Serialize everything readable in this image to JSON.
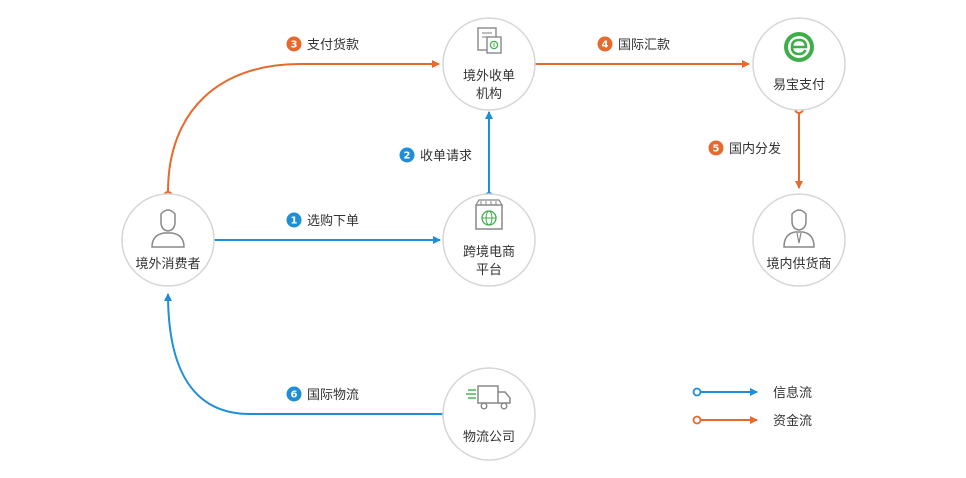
{
  "colors": {
    "info_flow": "#1e8ed8",
    "money_flow": "#e8692c",
    "node_border": "#d6d6d6",
    "node_fill": "#ffffff",
    "icon_gray": "#888888",
    "icon_green": "#3fae49",
    "text": "#333333"
  },
  "nodes": {
    "consumer": {
      "label": "境外消费者",
      "icon": "person-icon"
    },
    "platform": {
      "line1": "跨境电商",
      "line2": "平台",
      "icon": "shop-globe-icon"
    },
    "acquirer": {
      "line1": "境外收单",
      "line2": "机构",
      "icon": "document-icon"
    },
    "yeepay": {
      "label": "易宝支付",
      "icon": "yeepay-logo-icon"
    },
    "supplier": {
      "label": "境内供货商",
      "icon": "businessman-icon"
    },
    "logistics": {
      "label": "物流公司",
      "icon": "truck-icon"
    }
  },
  "steps": {
    "s1": {
      "num": "1",
      "label": "选购下单"
    },
    "s2": {
      "num": "2",
      "label": "收单请求"
    },
    "s3": {
      "num": "3",
      "label": "支付货款"
    },
    "s4": {
      "num": "4",
      "label": "国际汇款"
    },
    "s5": {
      "num": "5",
      "label": "国内分发"
    },
    "s6": {
      "num": "6",
      "label": "国际物流"
    }
  },
  "legend": {
    "info": "信息流",
    "money": "资金流"
  }
}
